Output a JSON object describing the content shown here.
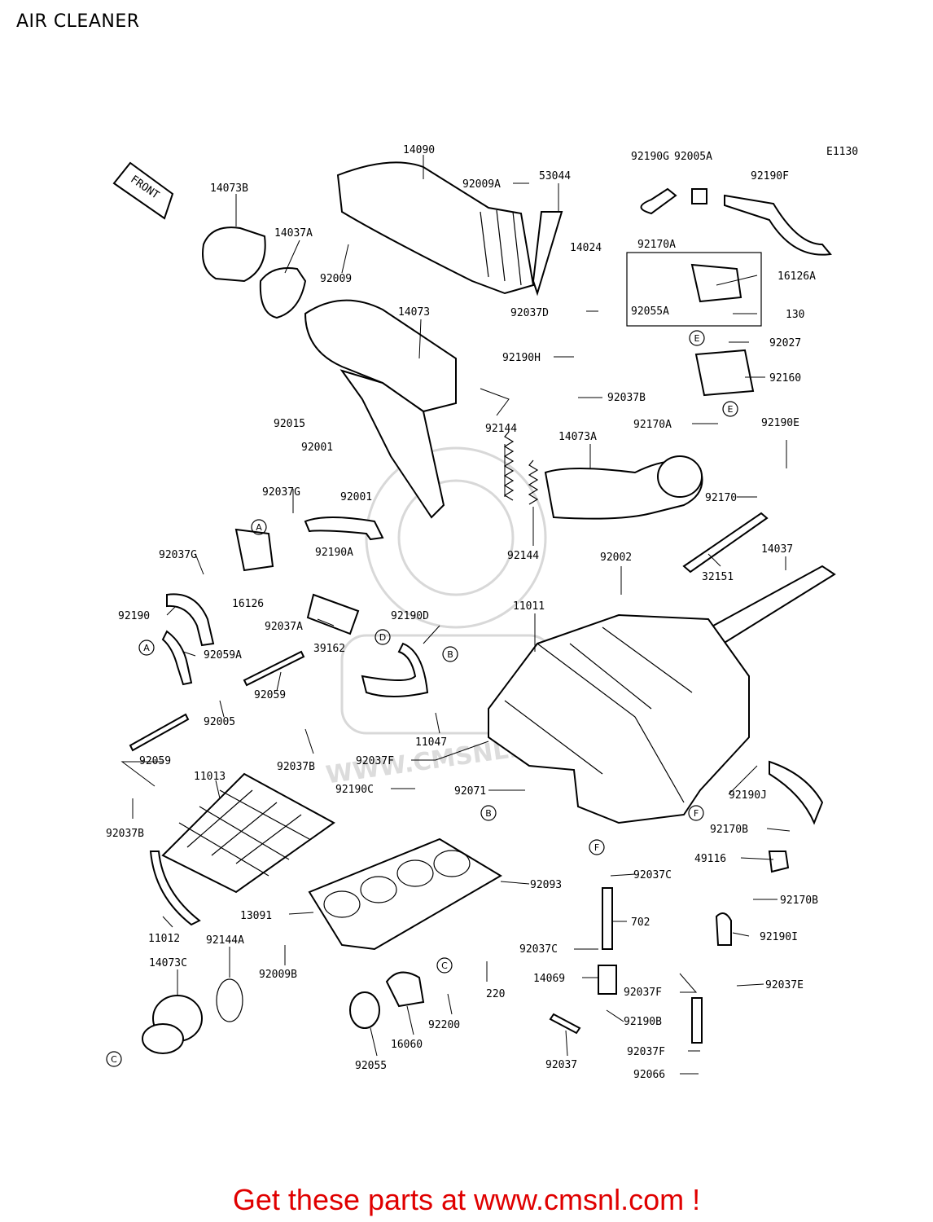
{
  "title": "AIR CLEANER",
  "diagram_code": "E1130",
  "front_label": "FRONT",
  "footer": "Get these parts at www.cmsnl.com !",
  "watermark": "WWW.CMSNL.COM",
  "part_labels": [
    "14090",
    "92009A",
    "53044",
    "92190G",
    "92005A",
    "92190F",
    "14073B",
    "14037A",
    "92009",
    "14024",
    "92170A",
    "16126A",
    "14073",
    "92037D",
    "92055A",
    "130",
    "92027",
    "92190H",
    "92160",
    "92015",
    "92001",
    "92037B",
    "92001",
    "92144",
    "14073A",
    "92170A",
    "92190E",
    "92037G",
    "92170",
    "92190A",
    "92037G",
    "16126",
    "92144",
    "92002",
    "14037",
    "32151",
    "92190",
    "92037A",
    "11011",
    "92190D",
    "92059A",
    "39162",
    "92059",
    "92005",
    "11047",
    "92059",
    "92037B",
    "92037F",
    "11013",
    "92190C",
    "92071",
    "92190J",
    "92037B",
    "92170B",
    "49116",
    "92093",
    "92037C",
    "92170B",
    "13091",
    "702",
    "92190I",
    "11012",
    "92144A",
    "92037C",
    "14073C",
    "92009B",
    "14069",
    "92037E",
    "92037F",
    "220",
    "92200",
    "92190B",
    "16060",
    "92037F",
    "92055",
    "92037",
    "92066"
  ],
  "reference_markers": [
    "A",
    "A",
    "B",
    "B",
    "C",
    "C",
    "D",
    "E",
    "E",
    "F",
    "F"
  ]
}
